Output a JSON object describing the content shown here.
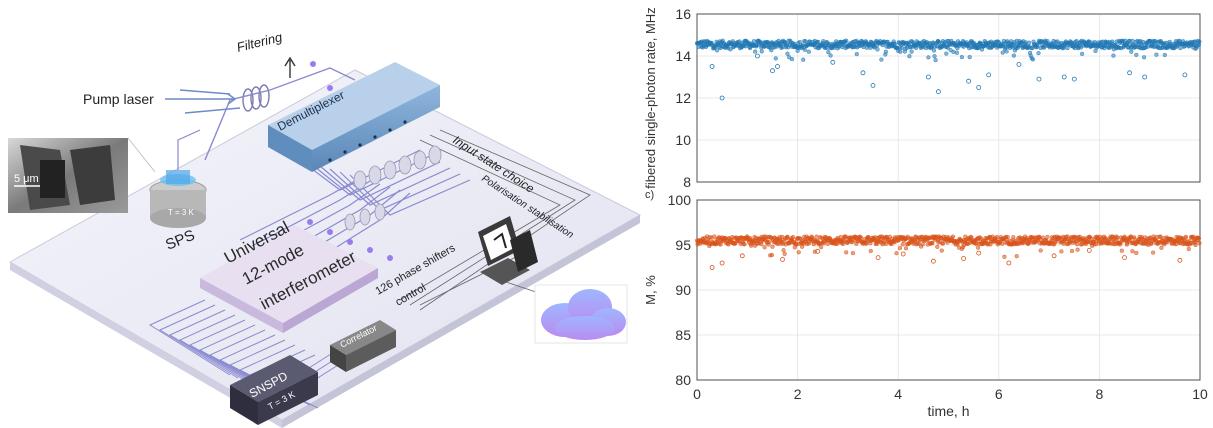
{
  "diagram": {
    "filtering_label": "Filtering",
    "pump_laser_label": "Pump laser",
    "demultiplexer_label": "Demultiplexer",
    "scale_bar_label": "5 μm",
    "sps_label": "SPS",
    "sps_temp_label": "T = 3 K",
    "input_state_label": "Input state choice",
    "polarisation_label": "Polarisation stabilisation",
    "interferometer_lines": [
      "Universal",
      "12-mode",
      "interferometer"
    ],
    "phase_shifters_lines": [
      "126 phase shifters",
      "control"
    ],
    "correlator_label": "Correlator",
    "snspd_label": "SNSPD",
    "snspd_temp_label": "T = 3 K"
  },
  "chart_data": [
    {
      "type": "scatter",
      "panel_label": "",
      "ylabel": "fibered single-photon rate, MHz",
      "xlabel": "",
      "xlim": [
        0,
        10
      ],
      "ylim": [
        8,
        16
      ],
      "yticks": [
        "8",
        "10",
        "12",
        "14",
        "16"
      ],
      "xticks": [
        "0",
        "2",
        "4",
        "6",
        "8",
        "10"
      ],
      "grid": true,
      "color": "#1f77b4",
      "series": [
        {
          "baseline": 14.55,
          "x": [
            0.3,
            0.5,
            1.2,
            1.5,
            1.6,
            2.7,
            3.3,
            3.5,
            4.6,
            4.8,
            5.4,
            5.6,
            5.8,
            6.4,
            6.8,
            7.3,
            7.5,
            8.6,
            8.9,
            9.7
          ],
          "y": [
            13.5,
            12.0,
            14.0,
            13.3,
            13.5,
            13.7,
            13.2,
            12.6,
            13.0,
            12.3,
            12.8,
            12.5,
            13.1,
            13.6,
            12.9,
            13.0,
            12.9,
            13.2,
            13.0,
            13.1
          ]
        }
      ]
    },
    {
      "type": "scatter",
      "panel_label": "c)",
      "ylabel": "M, %",
      "xlabel": "time, h",
      "xlim": [
        0,
        10
      ],
      "ylim": [
        80,
        100
      ],
      "yticks": [
        "80",
        "85",
        "90",
        "95",
        "100"
      ],
      "xticks": [
        "0",
        "2",
        "4",
        "6",
        "8",
        "10"
      ],
      "grid": true,
      "color": "#d95319",
      "series": [
        {
          "baseline": 95.5,
          "x": [
            0.3,
            0.5,
            0.9,
            1.7,
            2.4,
            3.6,
            4.1,
            4.7,
            5.3,
            5.6,
            6.2,
            7.1,
            7.8,
            8.5,
            9.6
          ],
          "y": [
            92.5,
            93.0,
            93.8,
            93.4,
            94.3,
            93.6,
            94.0,
            93.2,
            93.5,
            94.1,
            93.0,
            93.8,
            94.4,
            93.6,
            93.3
          ]
        }
      ]
    }
  ]
}
